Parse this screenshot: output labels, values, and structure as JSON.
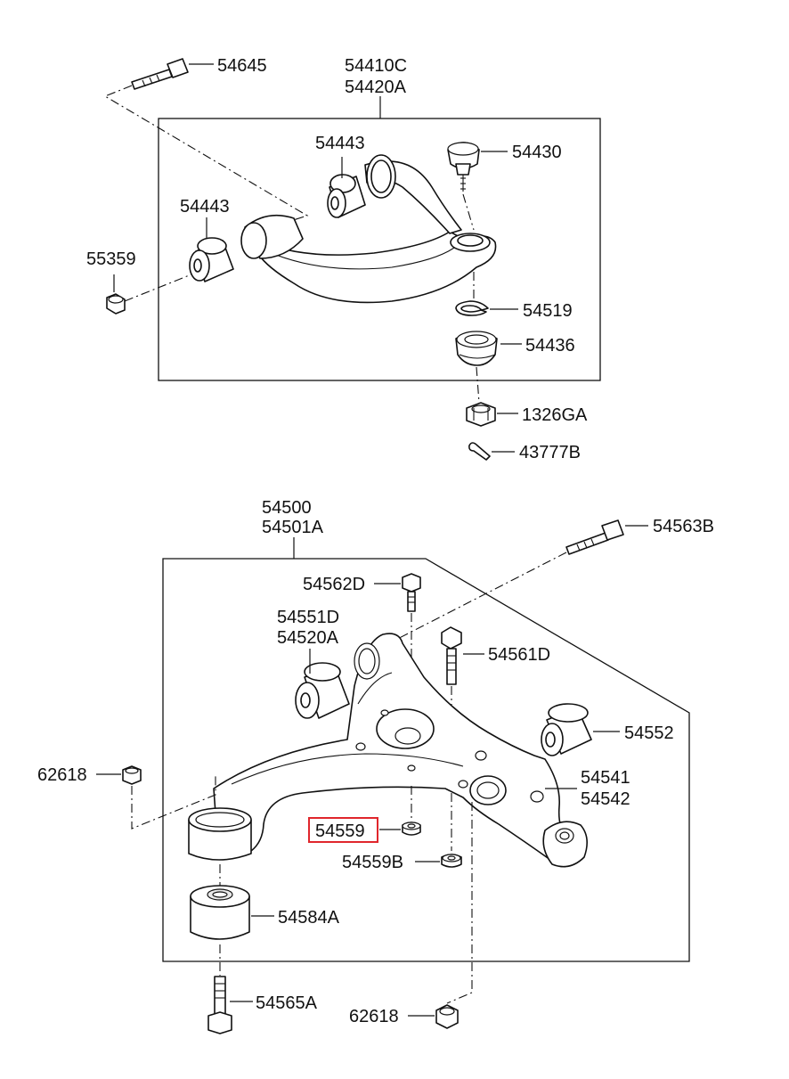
{
  "upper_arm": {
    "assembly_labels": [
      "54410C",
      "54420A"
    ],
    "parts": {
      "bolt": "54645",
      "bushing_front": "54443",
      "bushing_rear": "54443",
      "nut": "55359",
      "ball_joint": "54430",
      "snap_ring": "54519",
      "dust_cover": "54436",
      "castle_nut": "1326GA",
      "cotter_pin": "43777B"
    }
  },
  "lower_arm": {
    "assembly_labels": [
      "54500",
      "54501A"
    ],
    "parts": {
      "long_bolt": "54563B",
      "bolt_small": "54562D",
      "bushing_labels": [
        "54551D",
        "54520A"
      ],
      "bolt_medium": "54561D",
      "bushing_rear": "54552",
      "bracket_labels": [
        "54541",
        "54542"
      ],
      "nut_left": "62618",
      "washer_highlighted": "54559",
      "washer_b": "54559B",
      "bushing_lower": "54584A",
      "bolt_lower": "54565A",
      "nut_bottom": "62618"
    }
  },
  "highlight_color": "#e0262c"
}
